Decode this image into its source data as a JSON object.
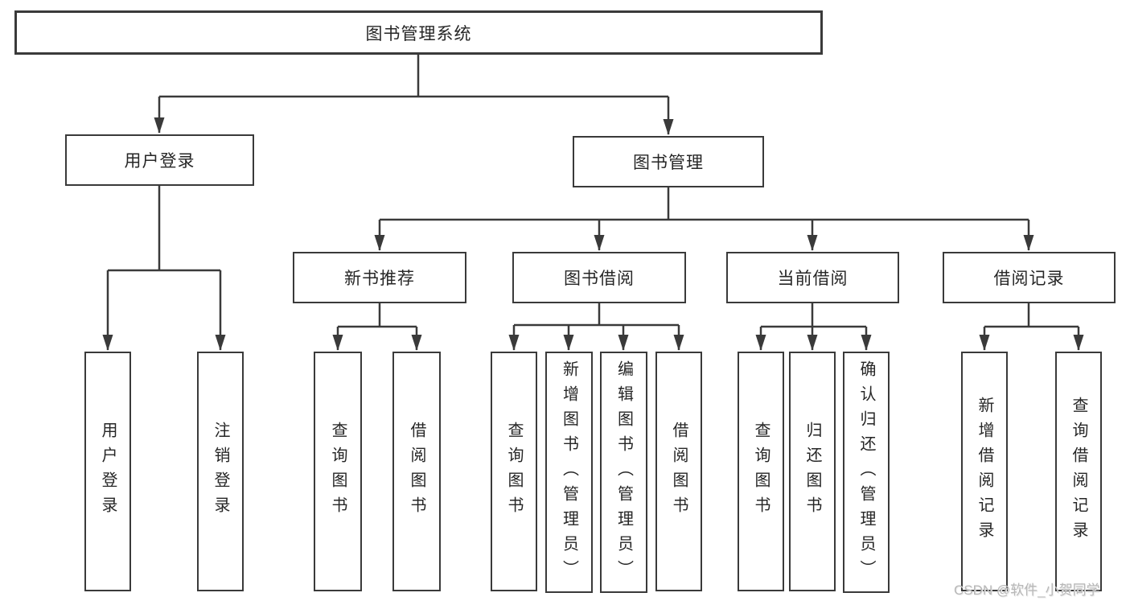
{
  "tree": {
    "root": {
      "label": "图书管理系统"
    },
    "branches": [
      {
        "label": "用户登录",
        "children": [
          {
            "label": "用户登录"
          },
          {
            "label": "注销登录"
          }
        ]
      },
      {
        "label": "图书管理",
        "children": [
          {
            "label": "新书推荐",
            "children": [
              {
                "label": "查询图书"
              },
              {
                "label": "借阅图书"
              }
            ]
          },
          {
            "label": "图书借阅",
            "children": [
              {
                "label": "查询图书"
              },
              {
                "label": "新增图书（管理员）"
              },
              {
                "label": "编辑图书（管理员）"
              },
              {
                "label": "借阅图书"
              }
            ]
          },
          {
            "label": "当前借阅",
            "children": [
              {
                "label": "查询图书"
              },
              {
                "label": "归还图书"
              },
              {
                "label": "确认归还（管理员）"
              }
            ]
          },
          {
            "label": "借阅记录",
            "children": [
              {
                "label": "新增借阅记录"
              },
              {
                "label": "查询借阅记录"
              }
            ]
          }
        ]
      }
    ]
  },
  "watermark": {
    "text": "CSDN @软件_小贺同学"
  },
  "colors": {
    "line": "#3a3a3a",
    "box_border": "#3a3a3a",
    "text": "#262626",
    "watermark": "#b8b8b8",
    "background": "#ffffff"
  }
}
